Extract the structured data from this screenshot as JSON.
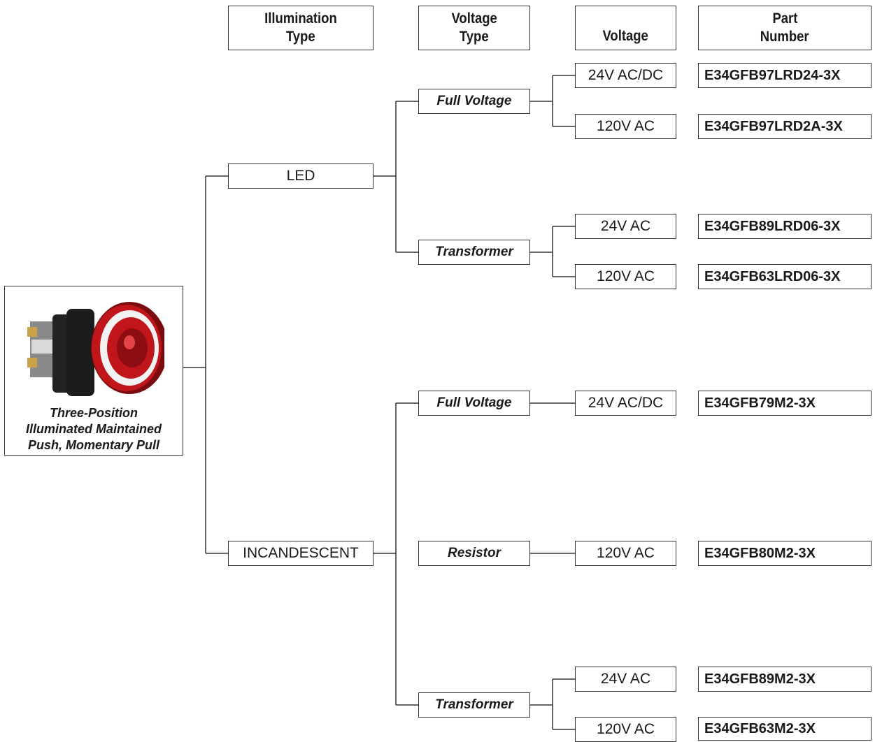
{
  "headers": {
    "illumination_l1": "Illumination",
    "illumination_l2": "Type",
    "voltage_type_l1": "Voltage",
    "voltage_type_l2": "Type",
    "voltage": "Voltage",
    "part_l1": "Part",
    "part_l2": "Number"
  },
  "product": {
    "caption_l1": "Three-Position",
    "caption_l2": "Illuminated Maintained",
    "caption_l3": "Push, Momentary Pull",
    "icon": "illuminated-push-pull-operator-photo"
  },
  "illumination": {
    "led": "LED",
    "incandescent": "INCANDESCENT"
  },
  "voltage_types": {
    "led_full_voltage": "Full Voltage",
    "led_transformer": "Transformer",
    "inc_full_voltage": "Full Voltage",
    "inc_resistor": "Resistor",
    "inc_transformer": "Transformer"
  },
  "rows": [
    {
      "voltage": "24V AC/DC",
      "part": "E34GFB97LRD24-3X"
    },
    {
      "voltage": "120V AC",
      "part": "E34GFB97LRD2A-3X"
    },
    {
      "voltage": "24V AC",
      "part": "E34GFB89LRD06-3X"
    },
    {
      "voltage": "120V AC",
      "part": "E34GFB63LRD06-3X"
    },
    {
      "voltage": "24V AC/DC",
      "part": "E34GFB79M2-3X"
    },
    {
      "voltage": "120V AC",
      "part": "E34GFB80M2-3X"
    },
    {
      "voltage": "24V AC",
      "part": "E34GFB89M2-3X"
    },
    {
      "voltage": "120V AC",
      "part": "E34GFB63M2-3X"
    }
  ],
  "colors": {
    "line": "#333333",
    "lens_red": "#c0161b",
    "bezel_black": "#1c1c1c"
  }
}
